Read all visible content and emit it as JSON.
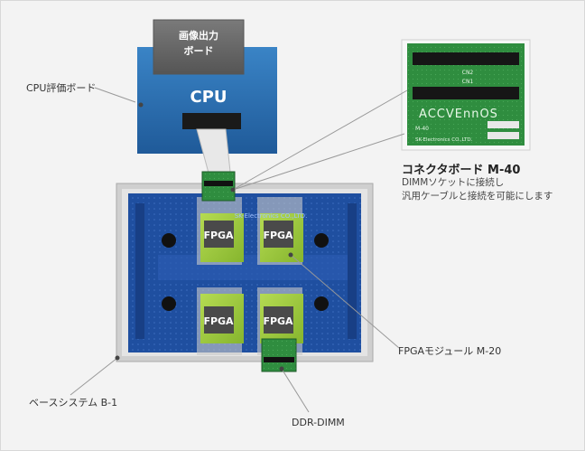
{
  "labels": {
    "cpu_board": "CPU評価ボード",
    "cpu": "CPU",
    "video_out_line1": "画像出力",
    "video_out_line2": "ボード",
    "connector_title": "コネクタボード M-40",
    "connector_desc_line1": "DIMMソケットに接続し",
    "connector_desc_line2": "汎用ケーブルと接続を可能にします",
    "fpga_module": "FPGAモジュール M-20",
    "base_system": "ベースシステム B-1",
    "ddr_dimm": "DDR-DIMM",
    "fpga": "FPGA"
  },
  "photo_text": {
    "connector_pcb_logo": "ACCVEnnOS",
    "connector_pcb_model": "M-40",
    "connector_pcb_maker": "SK-Electronics CO.,LTD.",
    "cn2": "CN2",
    "cn1": "CN1",
    "base_pcb_maker": "SK-Electronics CO.,LTD."
  },
  "colors": {
    "background": "#f3f3f3",
    "cpu_blue": "#2b6fb0",
    "video_grey": "#6a6a6a",
    "pcb_blue": "#1f4fa0",
    "pcb_green": "#2e8b3e",
    "fpga_green": "#9ccc3a",
    "leader_line": "#888888"
  }
}
